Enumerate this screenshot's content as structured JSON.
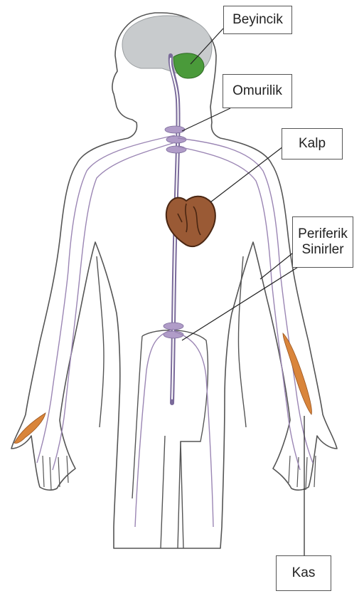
{
  "labels": {
    "beyincik": "Beyincik",
    "omurilik": "Omurilik",
    "kalp": "Kalp",
    "periferik_line1": "Periferik",
    "periferik_line2": "Sinirler",
    "kas": "Kas"
  },
  "colors": {
    "outline": "#555555",
    "brain": "#c8cbcd",
    "cerebellum": "#4a9a3a",
    "heart": "#9a5a35",
    "heart_dark": "#4a2612",
    "nerve": "#9b86b4",
    "muscle": "#d9853b"
  }
}
